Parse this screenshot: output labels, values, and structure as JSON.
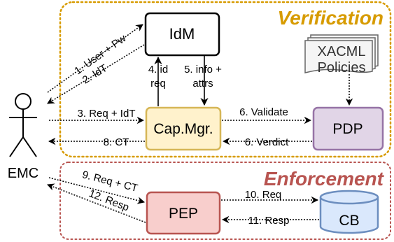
{
  "regions": {
    "verification": {
      "title": "Verification",
      "color": "#d79b00"
    },
    "enforcement": {
      "title": "Enforcement",
      "color": "#b85450"
    }
  },
  "actor": {
    "label": "EMC"
  },
  "nodes": {
    "idm": {
      "label": "IdM",
      "fill": "#ffffff",
      "stroke": "#000000"
    },
    "capmgr": {
      "label": "Cap.Mgr.",
      "fill": "#fff2cc",
      "stroke": "#d6b656"
    },
    "pdp": {
      "label": "PDP",
      "fill": "#e1d5e7",
      "stroke": "#9673a6"
    },
    "pep": {
      "label": "PEP",
      "fill": "#f8cecc",
      "stroke": "#b85450"
    },
    "cb": {
      "label": "CB",
      "fill": "#dae8fc",
      "stroke": "#6c8ebf"
    },
    "xacml": {
      "line1": "XACML",
      "line2": "Policies",
      "fill": "#f5f5f5",
      "stroke": "#666666"
    }
  },
  "edges": {
    "e1": "1. User + Pw",
    "e2": "2. IdT",
    "e3": "3. Req + IdT",
    "e4a": "4. id",
    "e4b": "req",
    "e5a": "5. info +",
    "e5b": "attrs",
    "e6v": "6. Validate",
    "e6r": "6. Verdict",
    "e8": "8. CT",
    "e9": "9. Req + CT",
    "e10": "10. Req",
    "e11": "11. Resp",
    "e12": "12. Resp"
  }
}
